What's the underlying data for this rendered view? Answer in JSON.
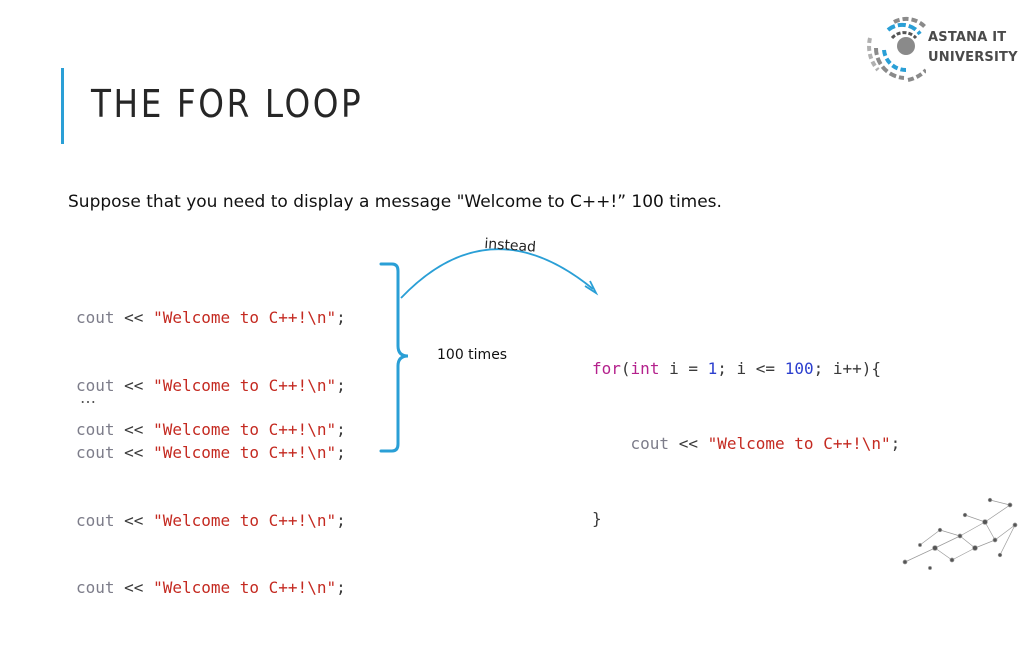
{
  "slide": {
    "title": "THE FOR LOOP",
    "intro": "Suppose that you need to display a message \"Welcome to C++!”  100 times.",
    "logo": {
      "line1": "ASTANA IT",
      "line2": "UNIVERSITY",
      "accent_color": "#2a9fd6"
    },
    "left_code": {
      "keyword": "cout",
      "operator": " << ",
      "string": "\"Welcome to C++!\\n\"",
      "terminator": ";",
      "ellipsis": "…"
    },
    "brace_label": "100 times",
    "arrow_label": "instead",
    "right_code": {
      "for_kw": "for",
      "paren_open": "(",
      "int_kw": "int",
      "init": " i = ",
      "start": "1",
      "cond": "; i <= ",
      "limit": "100",
      "tail": "; i++){",
      "body_indent": "    ",
      "body_kw": "cout",
      "body_op": " << ",
      "body_str": "\"Welcome to C++!\\n\"",
      "body_term": ";",
      "close": "}"
    },
    "colors": {
      "accent_blue": "#2a9fd6",
      "keyword_grey": "#7d7d8a",
      "keyword_purple": "#b4218c",
      "string_red": "#c42a21",
      "number_blue": "#2c3fce"
    }
  }
}
